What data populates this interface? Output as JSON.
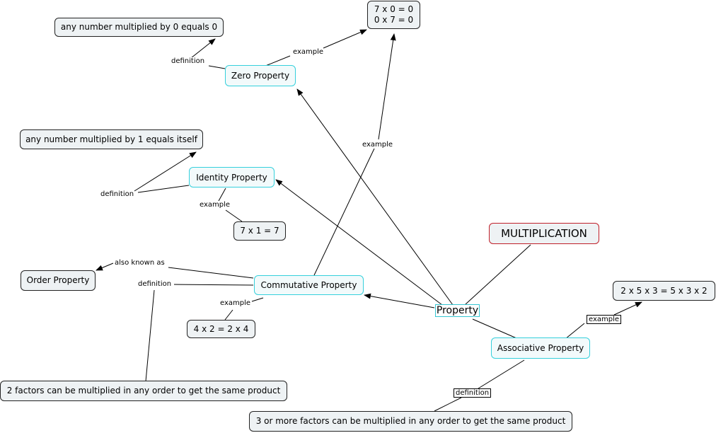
{
  "nodes": {
    "multiplication": "MULTIPLICATION",
    "property": "Property",
    "zero_property": "Zero Property",
    "identity_property": "Identity Property",
    "commutative_property": "Commutative Property",
    "associative_property": "Associative Property",
    "order_property": "Order Property",
    "zero_definition": "any number multiplied by 0 equals 0",
    "zero_example": "7 x 0 = 0\n0 x 7 = 0",
    "identity_definition": "any number multiplied by 1 equals itself",
    "identity_example": "7 x 1 = 7",
    "commutative_example": "4 x 2 = 2 x 4",
    "commutative_definition": "2 factors can be multiplied in any order to get the same product",
    "associative_example": "2 x 5 x 3 = 5 x 3 x 2",
    "associative_definition": "3 or more factors can be multiplied in any order to get the same product"
  },
  "links": {
    "zero_definition": "definition",
    "zero_example": "example",
    "commutative_to_zero_example": "example",
    "identity_definition": "definition",
    "identity_example": "example",
    "also_known_as": "also known as",
    "commutative_definition": "definition",
    "commutative_example": "example",
    "associative_example": "example",
    "associative_definition": "definition"
  },
  "colors": {
    "node_border": "#222222",
    "property_border": "#35d0dc",
    "root_border": "#c0202a"
  }
}
